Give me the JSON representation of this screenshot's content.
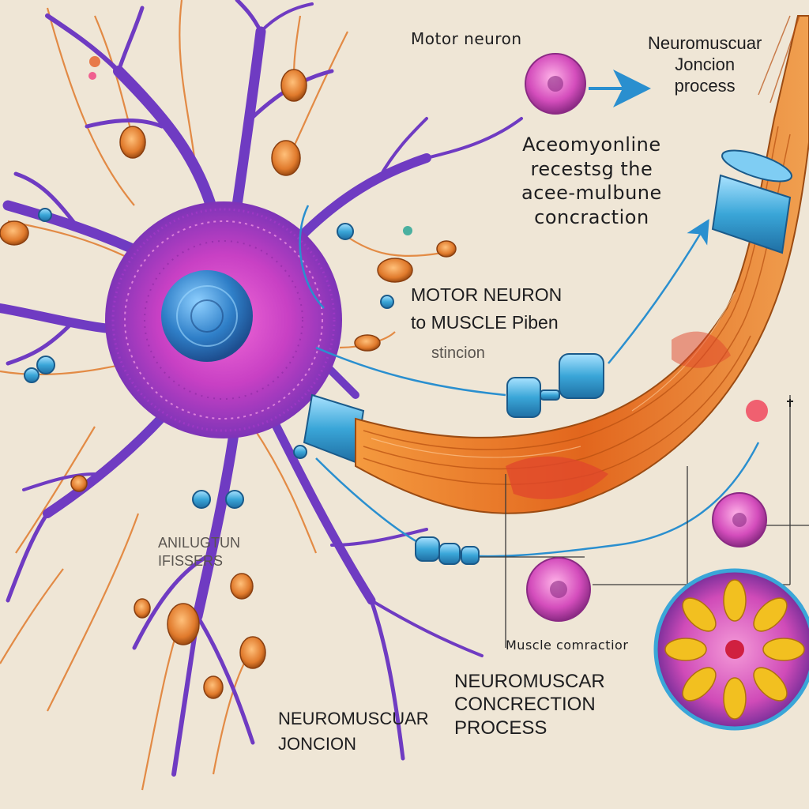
{
  "labels": {
    "motor_neuron_top": "Motor neuron",
    "nmj_process_top": "Neuromuscuar\nJoncion\nprocess",
    "acetylcholine_text": "Aceomyonline\nrecestsg the\nacee-mulbune\nconcraction",
    "motor_neuron_to_muscle": "MOTOR NEURON\nto MUSCLE Piben",
    "junction_faded": "stincion",
    "fibers_faded": "ANILUGTUN\nIFISSERS",
    "muscle_contraction": "Muscle comractior",
    "nm_concrection_process": "NEUROMUSCAR\nCONCRECTION\nPROCESS",
    "nm_junction_bottom": "NEUROMUSCUAR\nJONCION"
  },
  "colors": {
    "background": "#efe6d6",
    "neuron_purple": "#7a3fc4",
    "soma_magenta": "#b53fbf",
    "nucleus_blue": "#2f7fc8",
    "muscle_orange": "#e8782a",
    "myelin_blue": "#3aa6d8",
    "axon_orange": "#e07a2c",
    "arrow_blue": "#2a8fcf"
  }
}
